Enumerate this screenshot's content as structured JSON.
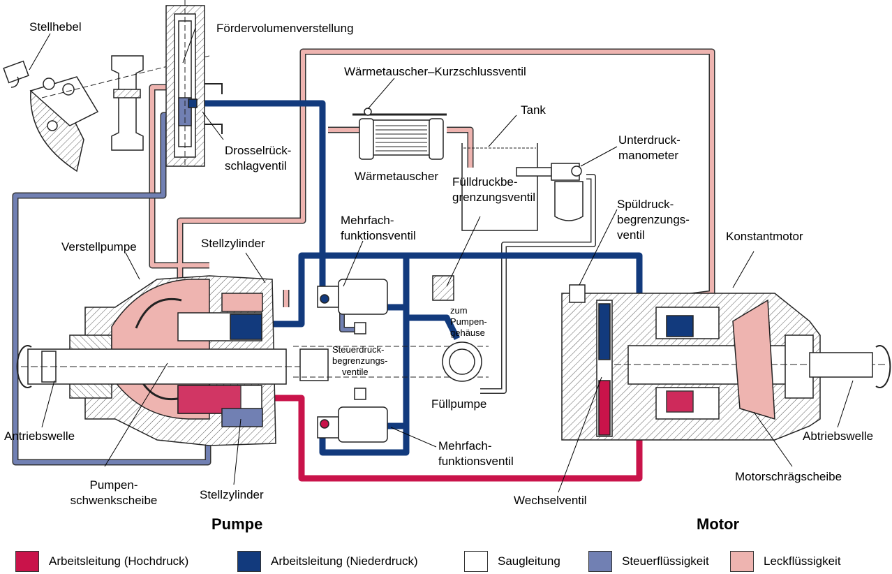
{
  "colors": {
    "high": "#c9134a",
    "low": "#123a7d",
    "suction": "#ffffff",
    "control": "#7180b3",
    "leak": "#eeb4b0",
    "hatch": "#777777"
  },
  "labels": {
    "stellhebel": "Stellhebel",
    "foerdervolumen": "Fördervolumenverstellung",
    "waermetauscher_ks": "Wärmetauscher–Kurzschlussventil",
    "tank": "Tank",
    "unterdruck_1": "Unterdruck-",
    "unterdruck_2": "manometer",
    "drossel_1": "Drosselrück-",
    "drossel_2": "schlagventil",
    "waermetauscher": "Wärmetauscher",
    "fuelldruck_1": "Fülldruckbe-",
    "fuelldruck_2": "grenzungsventil",
    "mehrfach_top_1": "Mehrfach-",
    "mehrfach_top_2": "funktionsventil",
    "spuel_1": "Spüldruck-",
    "spuel_2": "begrenzungs-",
    "spuel_3": "ventil",
    "verstellpumpe": "Verstellpumpe",
    "stellzylinder_top": "Stellzylinder",
    "konstantmotor": "Konstantmotor",
    "zum_1": "zum",
    "zum_2": "Pumpen-",
    "zum_3": "gehäuse",
    "steuerdruck_1": "Steuerdruck-",
    "steuerdruck_2": "begrenzungs-",
    "steuerdruck_3": "ventile",
    "fuellpumpe": "Füllpumpe",
    "antriebswelle": "Antriebswelle",
    "abtriebswelle": "Abtriebswelle",
    "mehrfach_bot_1": "Mehrfach-",
    "mehrfach_bot_2": "funktionsventil",
    "pumpen_1": "Pumpen-",
    "pumpen_2": "schwenkscheibe",
    "stellzylinder_bot": "Stellzylinder",
    "wechselventil": "Wechselventil",
    "motorschraeg": "Motorschrägscheibe"
  },
  "headings": {
    "pumpe": "Pumpe",
    "motor": "Motor"
  },
  "legend": [
    {
      "label": "Arbeitsleitung (Hochdruck)",
      "color": "#c9134a"
    },
    {
      "label": "Arbeitsleitung (Niederdruck)",
      "color": "#123a7d"
    },
    {
      "label": "Saugleitung",
      "color": "#ffffff"
    },
    {
      "label": "Steuerflüssigkeit",
      "color": "#7180b3"
    },
    {
      "label": "Leckflüssigkeit",
      "color": "#eeb4b0"
    }
  ]
}
